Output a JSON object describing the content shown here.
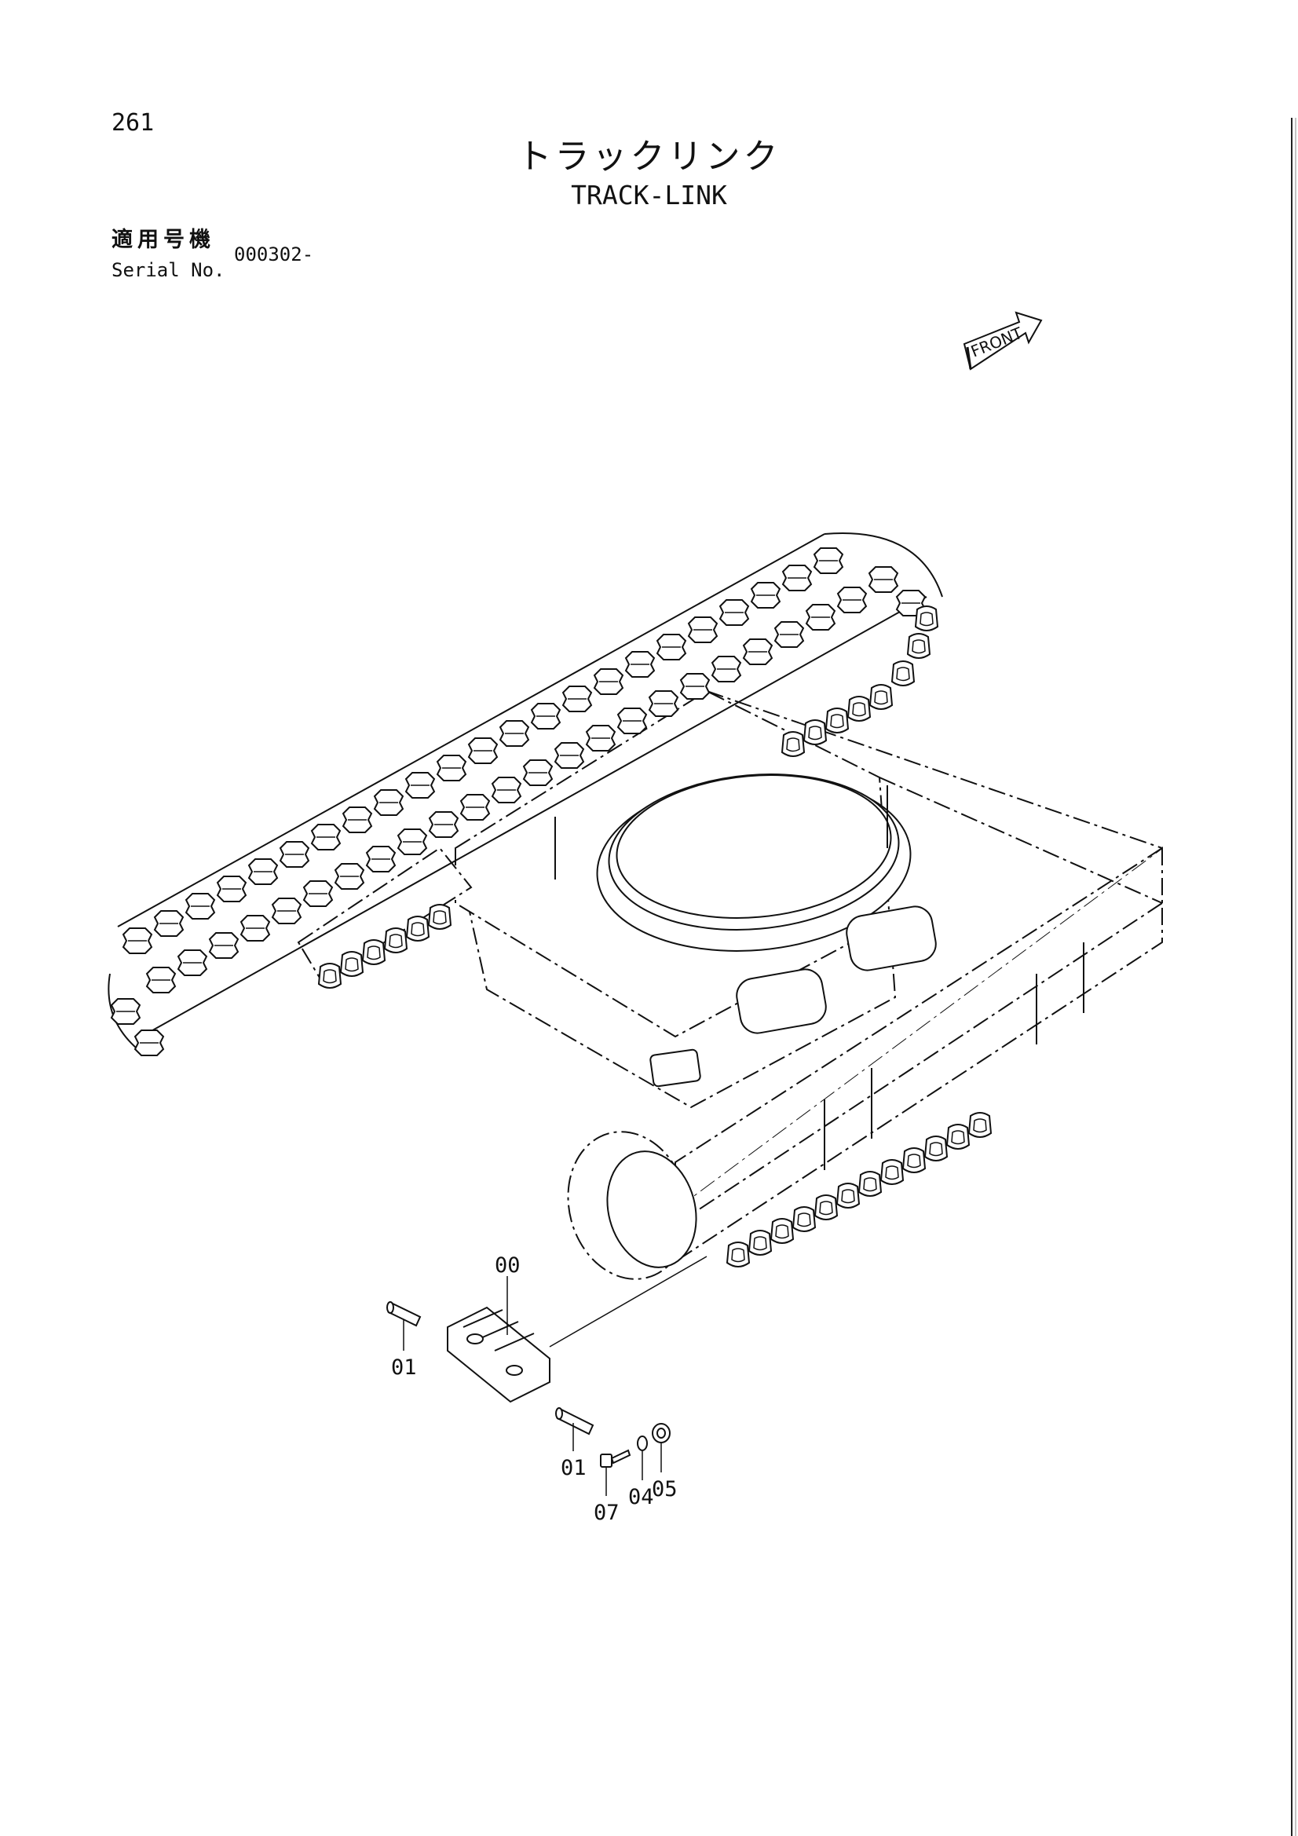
{
  "page": {
    "number": "261",
    "title_jp": "トラックリンク",
    "title_en": "TRACK-LINK"
  },
  "serial": {
    "label_jp": "適用号機",
    "label_en": "Serial No.",
    "value": "000302-"
  },
  "diagram": {
    "front_label": "FRONT",
    "callouts": [
      {
        "id": "00",
        "label": "00"
      },
      {
        "id": "01a",
        "label": "01"
      },
      {
        "id": "01b",
        "label": "01"
      },
      {
        "id": "07",
        "label": "07"
      },
      {
        "id": "04",
        "label": "04"
      },
      {
        "id": "05",
        "label": "05"
      }
    ]
  },
  "colors": {
    "ink": "#111111",
    "paper": "#ffffff"
  }
}
